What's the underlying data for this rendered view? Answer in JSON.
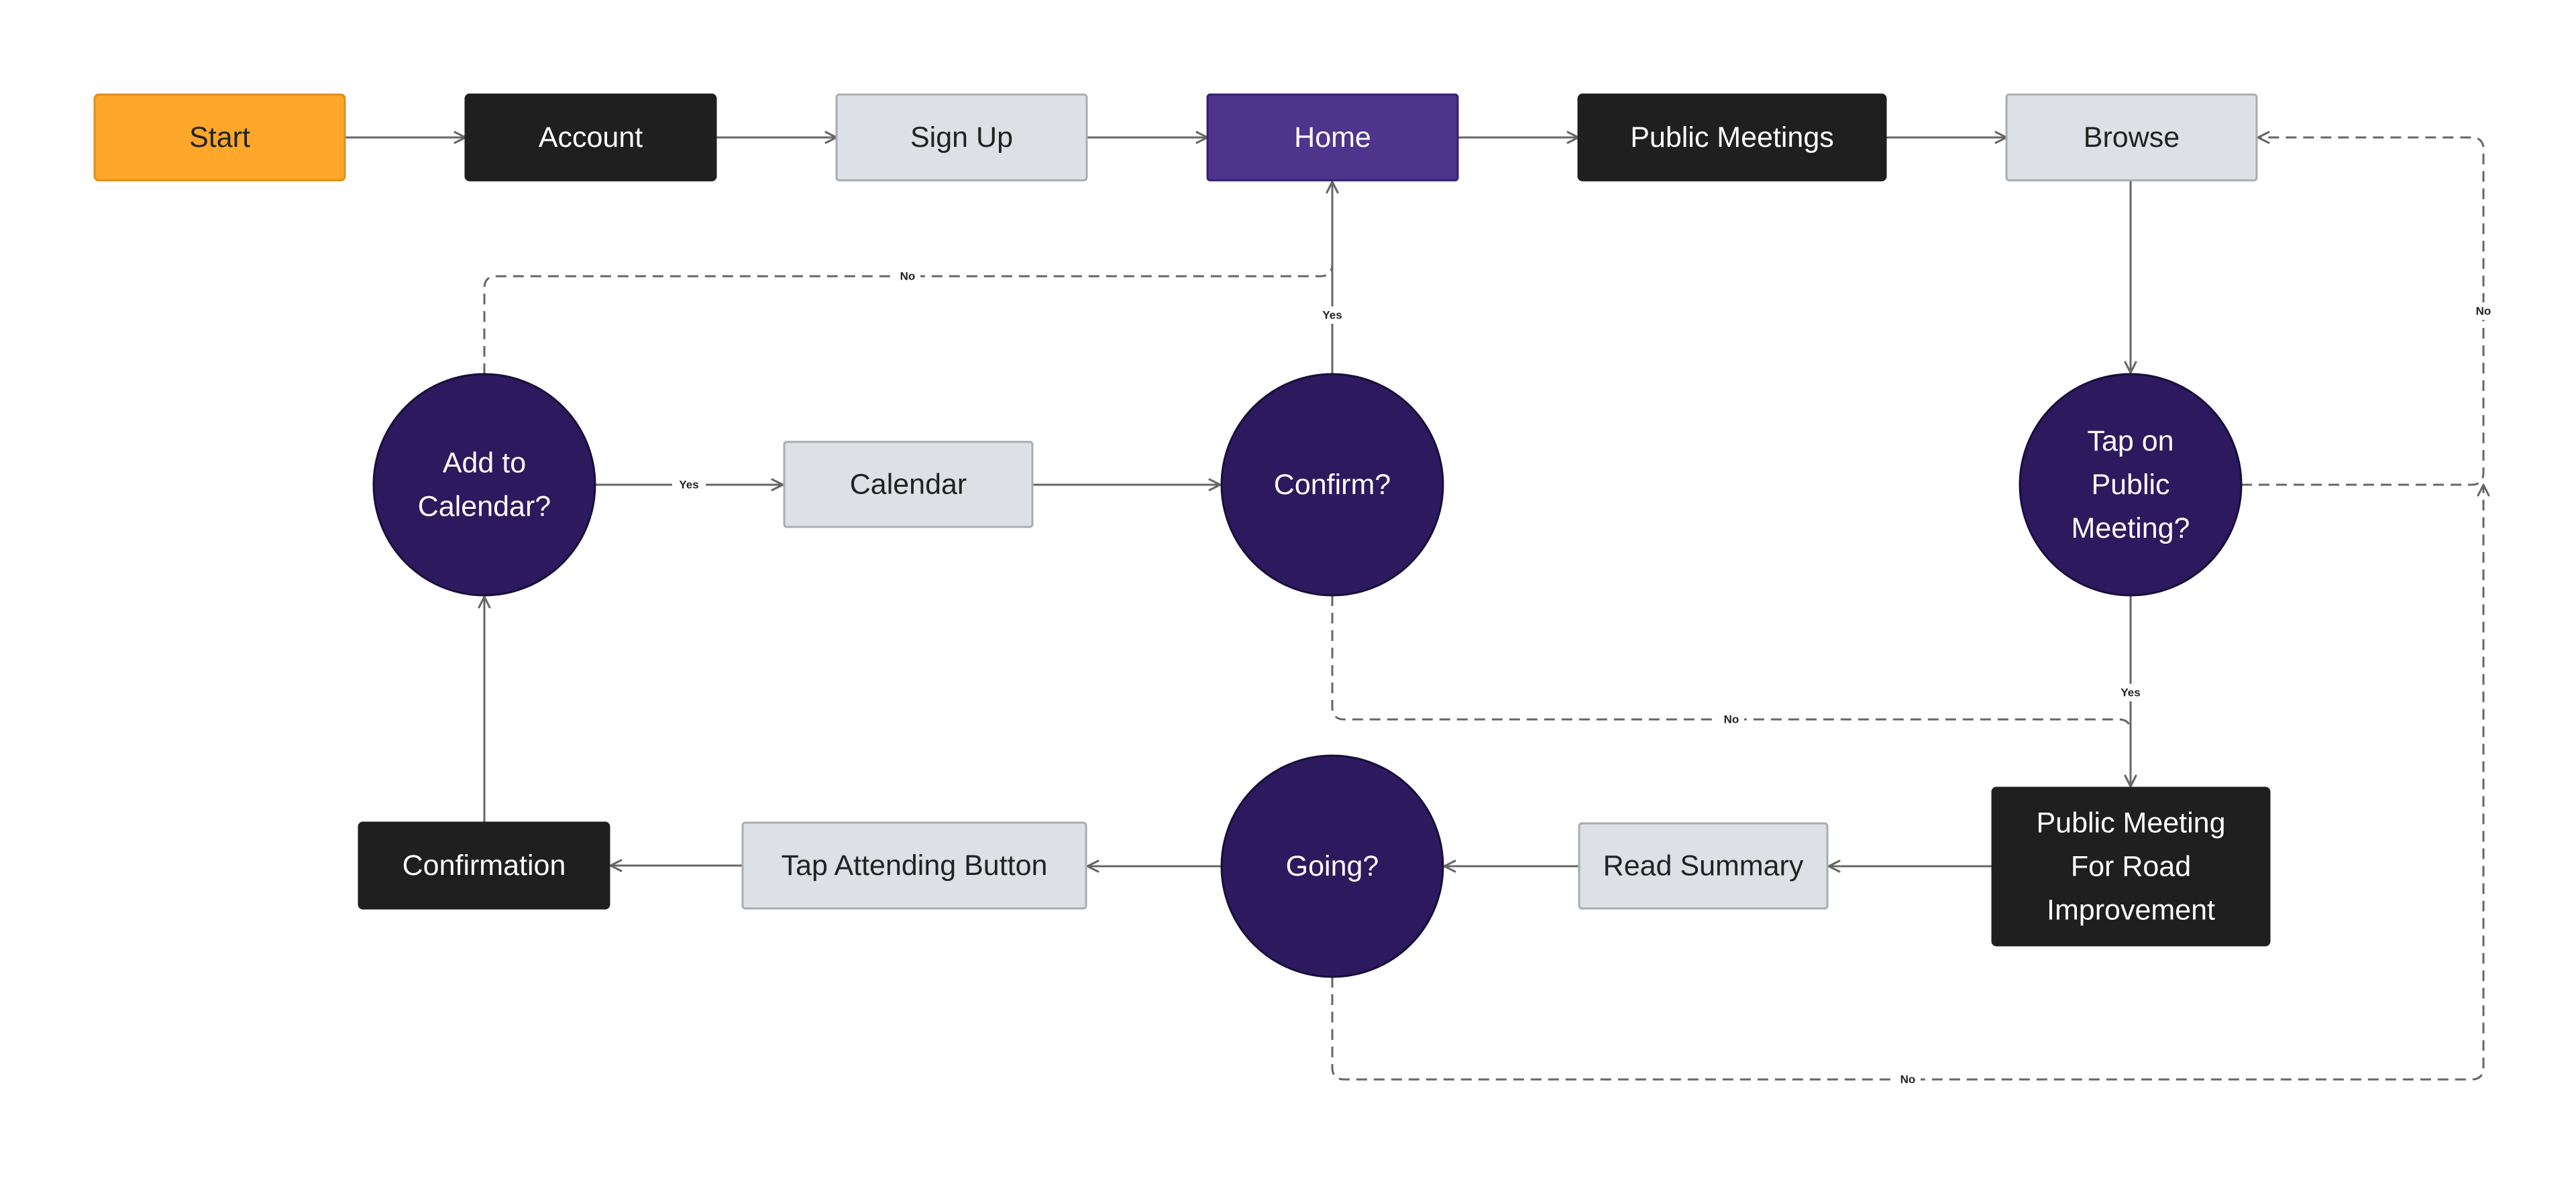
{
  "colors": {
    "start_fill": "#fea72a",
    "start_stroke": "#dd8f1e",
    "dark_fill": "#1f1f1f",
    "light_fill": "#dde0e4",
    "light_stroke": "#a9acb1",
    "home_fill": "#4f348c",
    "home_stroke": "#36206e",
    "decision_fill": "#2d195e",
    "decision_stroke": "#1a0e3b",
    "edge": "#666666",
    "dark_text": "#222222",
    "light_text": "#ffffff"
  },
  "nodes": [
    {
      "id": "start",
      "lines": [
        "Start"
      ],
      "style": "start"
    },
    {
      "id": "account",
      "lines": [
        "Account"
      ],
      "style": "dark"
    },
    {
      "id": "signup",
      "lines": [
        "Sign Up"
      ],
      "style": "light"
    },
    {
      "id": "home",
      "lines": [
        "Home"
      ],
      "style": "home"
    },
    {
      "id": "public-meetings",
      "lines": [
        "Public Meetings"
      ],
      "style": "dark"
    },
    {
      "id": "browse",
      "lines": [
        "Browse"
      ],
      "style": "light"
    },
    {
      "id": "add-to-calendar",
      "lines": [
        "Add to",
        "Calendar?"
      ],
      "style": "decision"
    },
    {
      "id": "calendar",
      "lines": [
        "Calendar"
      ],
      "style": "light"
    },
    {
      "id": "confirm",
      "lines": [
        "Confirm?"
      ],
      "style": "decision"
    },
    {
      "id": "tap-on-public-meeting",
      "lines": [
        "Tap on",
        "Public",
        "Meeting?"
      ],
      "style": "decision"
    },
    {
      "id": "confirmation",
      "lines": [
        "Confirmation"
      ],
      "style": "dark"
    },
    {
      "id": "tap-attending-button",
      "lines": [
        "Tap Attending Button"
      ],
      "style": "light"
    },
    {
      "id": "going",
      "lines": [
        "Going?"
      ],
      "style": "decision"
    },
    {
      "id": "read-summary",
      "lines": [
        "Read Summary"
      ],
      "style": "light"
    },
    {
      "id": "public-meeting-road",
      "lines": [
        "Public Meeting",
        "For Road",
        "Improvement"
      ],
      "style": "dark"
    }
  ],
  "edges": [
    {
      "id": "start-account",
      "from": "start",
      "to": "account",
      "dashed": false,
      "label": ""
    },
    {
      "id": "account-signup",
      "from": "account",
      "to": "signup",
      "dashed": false,
      "label": ""
    },
    {
      "id": "signup-home",
      "from": "signup",
      "to": "home",
      "dashed": false,
      "label": ""
    },
    {
      "id": "home-public-meetings",
      "from": "home",
      "to": "public-meetings",
      "dashed": false,
      "label": ""
    },
    {
      "id": "public-meetings-browse",
      "from": "public-meetings",
      "to": "browse",
      "dashed": false,
      "label": ""
    },
    {
      "id": "browse-tap-on-public-meeting",
      "from": "browse",
      "to": "tap-on-public-meeting",
      "dashed": false,
      "label": ""
    },
    {
      "id": "tap-on-public-meeting-browse-no",
      "from": "tap-on-public-meeting",
      "to": "browse",
      "dashed": true,
      "label": "No"
    },
    {
      "id": "tap-on-public-meeting-road-yes",
      "from": "tap-on-public-meeting",
      "to": "public-meeting-road",
      "dashed": false,
      "label": "Yes"
    },
    {
      "id": "road-read-summary",
      "from": "public-meeting-road",
      "to": "read-summary",
      "dashed": false,
      "label": ""
    },
    {
      "id": "read-summary-going",
      "from": "read-summary",
      "to": "going",
      "dashed": false,
      "label": ""
    },
    {
      "id": "going-tap-attending",
      "from": "going",
      "to": "tap-attending-button",
      "dashed": false,
      "label": ""
    },
    {
      "id": "going-browse-no",
      "from": "going",
      "to": "browse",
      "dashed": true,
      "label": "No"
    },
    {
      "id": "tap-attending-confirmation",
      "from": "tap-attending-button",
      "to": "confirmation",
      "dashed": false,
      "label": ""
    },
    {
      "id": "confirmation-add-to-calendar",
      "from": "confirmation",
      "to": "add-to-calendar",
      "dashed": false,
      "label": ""
    },
    {
      "id": "add-to-calendar-calendar-yes",
      "from": "add-to-calendar",
      "to": "calendar",
      "dashed": false,
      "label": "Yes"
    },
    {
      "id": "add-to-calendar-home-no",
      "from": "add-to-calendar",
      "to": "home",
      "dashed": true,
      "label": "No"
    },
    {
      "id": "calendar-confirm",
      "from": "calendar",
      "to": "confirm",
      "dashed": false,
      "label": ""
    },
    {
      "id": "confirm-home-yes",
      "from": "confirm",
      "to": "home",
      "dashed": false,
      "label": "Yes"
    },
    {
      "id": "confirm-road-no",
      "from": "confirm",
      "to": "public-meeting-road",
      "dashed": true,
      "label": "No"
    }
  ]
}
